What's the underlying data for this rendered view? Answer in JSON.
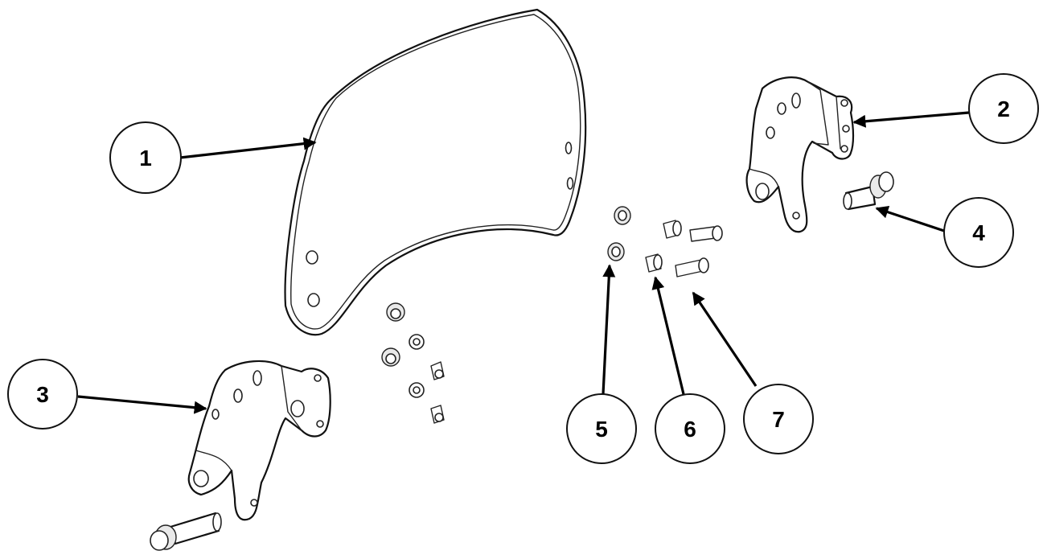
{
  "diagram": {
    "callouts": [
      {
        "id": "1",
        "label": "1",
        "part": "windshield"
      },
      {
        "id": "2",
        "label": "2",
        "part": "right-bracket"
      },
      {
        "id": "3",
        "label": "3",
        "part": "left-bracket"
      },
      {
        "id": "4",
        "label": "4",
        "part": "flange-bolt"
      },
      {
        "id": "5",
        "label": "5",
        "part": "grommet"
      },
      {
        "id": "6",
        "label": "6",
        "part": "spacer"
      },
      {
        "id": "7",
        "label": "7",
        "part": "screw"
      }
    ]
  }
}
